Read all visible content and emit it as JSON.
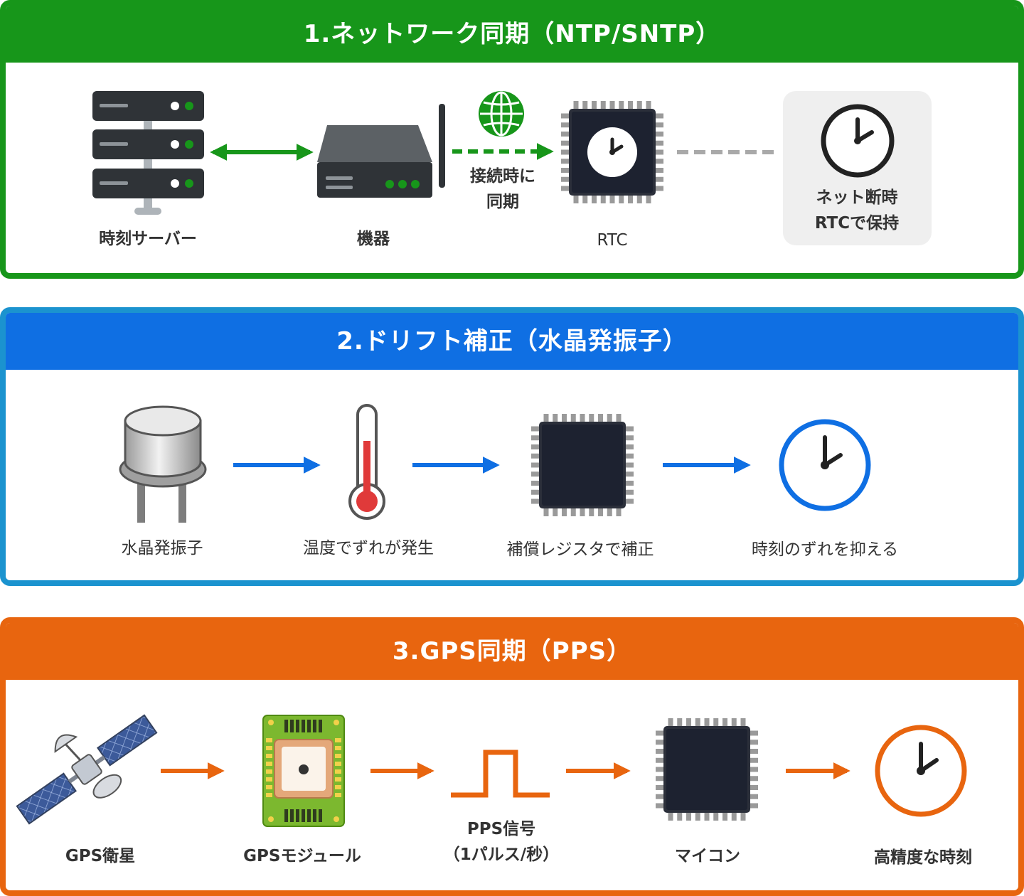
{
  "sections": [
    {
      "title": "1.ネットワーク同期（NTP/SNTP）",
      "color": "#17961a",
      "labels": {
        "server": "時刻サーバー",
        "device": "機器",
        "sync_line1": "接続時に",
        "sync_line2": "同期",
        "rtc": "RTC",
        "hold_line1": "ネット断時",
        "hold_line2": "RTCで保持"
      }
    },
    {
      "title": "2.ドリフト補正（水晶発振子）",
      "color": "#0f6fe3",
      "labels": {
        "crystal": "水晶発振子",
        "temp": "温度でずれが発生",
        "register": "補償レジスタで補正",
        "suppress": "時刻のずれを抑える"
      }
    },
    {
      "title": "3.GPS同期（PPS）",
      "color": "#e8650f",
      "labels": {
        "satellite": "GPS衛星",
        "module": "GPSモジュール",
        "pps_line1": "PPS信号",
        "pps_line2": "（1パルス/秒）",
        "mcu": "マイコン",
        "precise": "高精度な時刻"
      }
    }
  ]
}
